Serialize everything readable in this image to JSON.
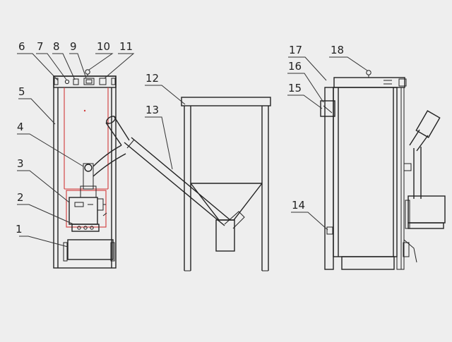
{
  "colors": {
    "background": "#eeeeee",
    "line": "#222222",
    "accent_red": "#d23a3a"
  },
  "callouts": [
    {
      "id": "c1",
      "text": "1"
    },
    {
      "id": "c2",
      "text": "2"
    },
    {
      "id": "c3",
      "text": "3"
    },
    {
      "id": "c4",
      "text": "4"
    },
    {
      "id": "c5",
      "text": "5"
    },
    {
      "id": "c6",
      "text": "6"
    },
    {
      "id": "c7",
      "text": "7"
    },
    {
      "id": "c8",
      "text": "8"
    },
    {
      "id": "c9",
      "text": "9"
    },
    {
      "id": "c10",
      "text": "10"
    },
    {
      "id": "c11",
      "text": "11"
    },
    {
      "id": "c12",
      "text": "12"
    },
    {
      "id": "c13",
      "text": "13"
    },
    {
      "id": "c14",
      "text": "14"
    },
    {
      "id": "c15",
      "text": "15"
    },
    {
      "id": "c16",
      "text": "16"
    },
    {
      "id": "c17",
      "text": "17"
    },
    {
      "id": "c18",
      "text": "18"
    }
  ]
}
